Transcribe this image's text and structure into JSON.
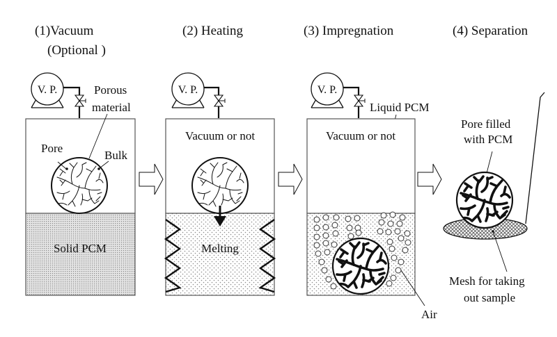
{
  "figure": {
    "description": "Four-step process for impregnating porous material with phase change material (PCM)",
    "steps": [
      {
        "id": "vacuum",
        "title_line1": "(1)Vacuum",
        "title_line2": "(Optional )",
        "pump_label": "V. P.",
        "chamber_bottom_label": "Solid PCM",
        "annotations": {
          "porous": "Porous",
          "material": "material",
          "pore": "Pore",
          "bulk": "Bulk"
        }
      },
      {
        "id": "heating",
        "title_line1": "(2) Heating",
        "pump_label": "V. P.",
        "chamber_top_label": "Vacuum or not",
        "chamber_bottom_label": "Melting"
      },
      {
        "id": "impregnation",
        "title_line1": "(3) Impregnation",
        "pump_label": "V. P.",
        "chamber_top_label": "Vacuum or not",
        "annotations": {
          "liquid": "Liquid PCM",
          "air": "Air"
        }
      },
      {
        "id": "separation",
        "title_line1": "(4) Separation",
        "annotations": {
          "filled_line1": "Pore filled",
          "filled_line2": "with PCM",
          "mesh_line1": "Mesh for taking",
          "mesh_line2": "out sample"
        }
      }
    ],
    "icons": {
      "pump": "vacuum-pump-icon",
      "valve": "valve-icon",
      "arrow": "process-arrow-icon",
      "heater": "heater-coil-icon"
    },
    "colors": {
      "line": "#111111",
      "frame": "#555555",
      "solid_fill": "#cfcfcf",
      "dot": "#8a8a8a"
    }
  }
}
